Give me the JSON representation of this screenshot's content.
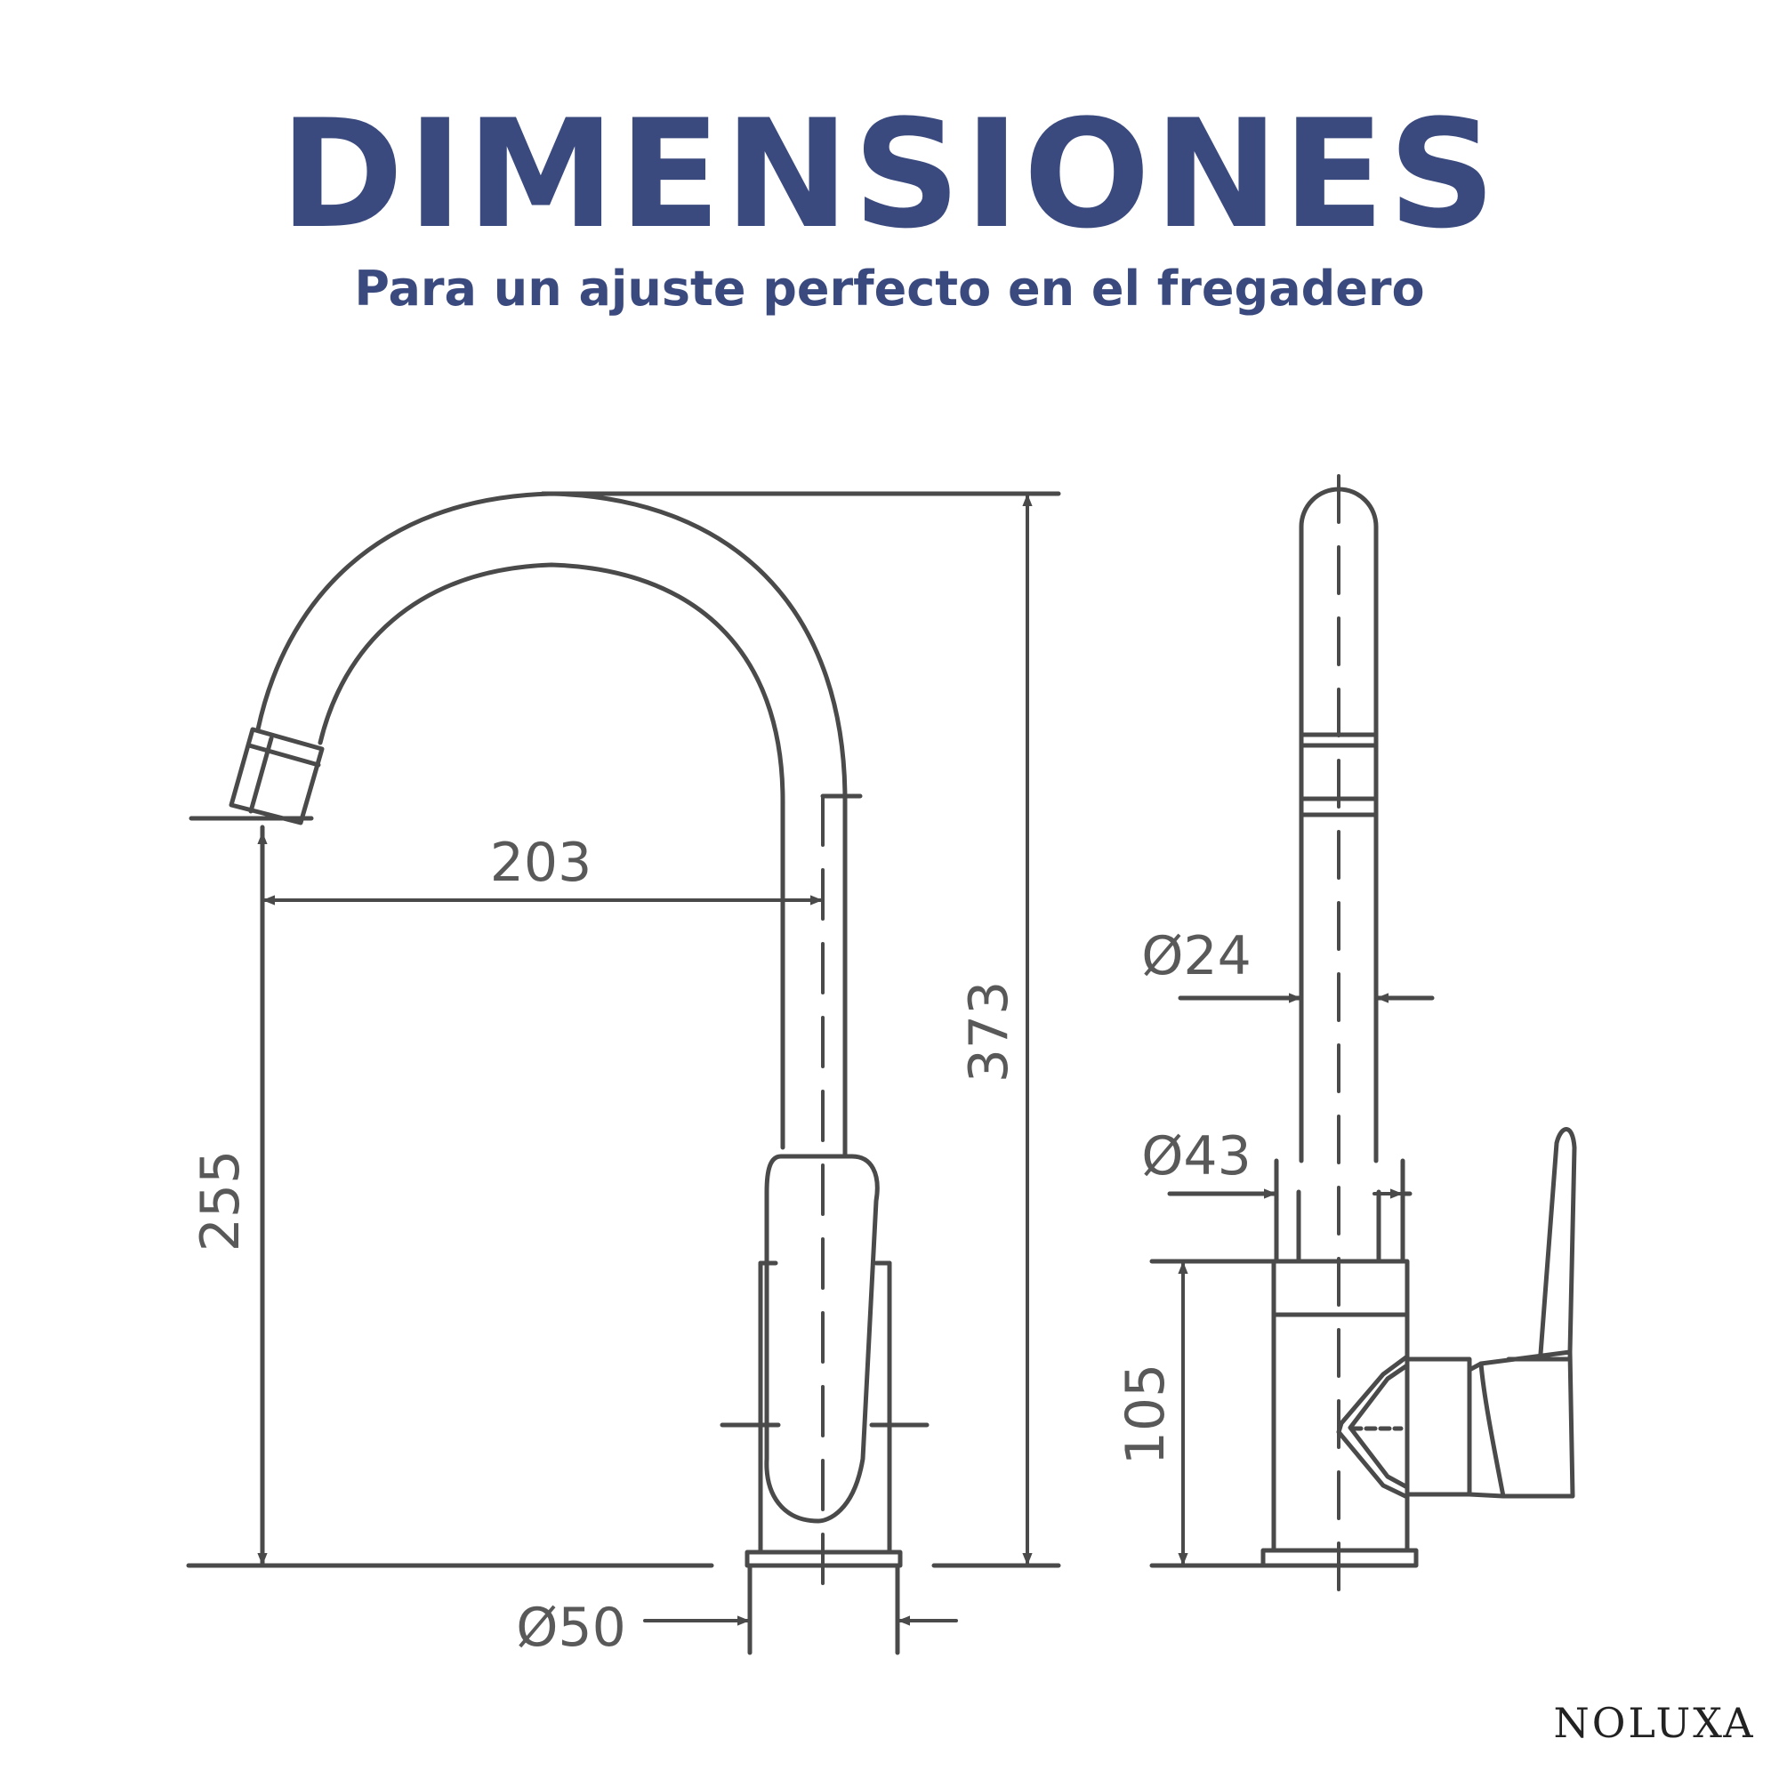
{
  "header": {
    "title": "DIMENSIONES",
    "subtitle": "Para un ajuste perfecto en el fregadero"
  },
  "colors": {
    "heading": "#3a4a7e",
    "drawing_line": "#4a4a4a",
    "dimension_text": "#595959"
  },
  "front_view": {
    "spout_reach": "203",
    "spout_height": "255",
    "total_height": "373",
    "base_diameter": "Ø50"
  },
  "side_view": {
    "pipe_diameter": "Ø24",
    "body_diameter": "Ø43",
    "body_height": "105"
  },
  "brand": "NOLUXA"
}
